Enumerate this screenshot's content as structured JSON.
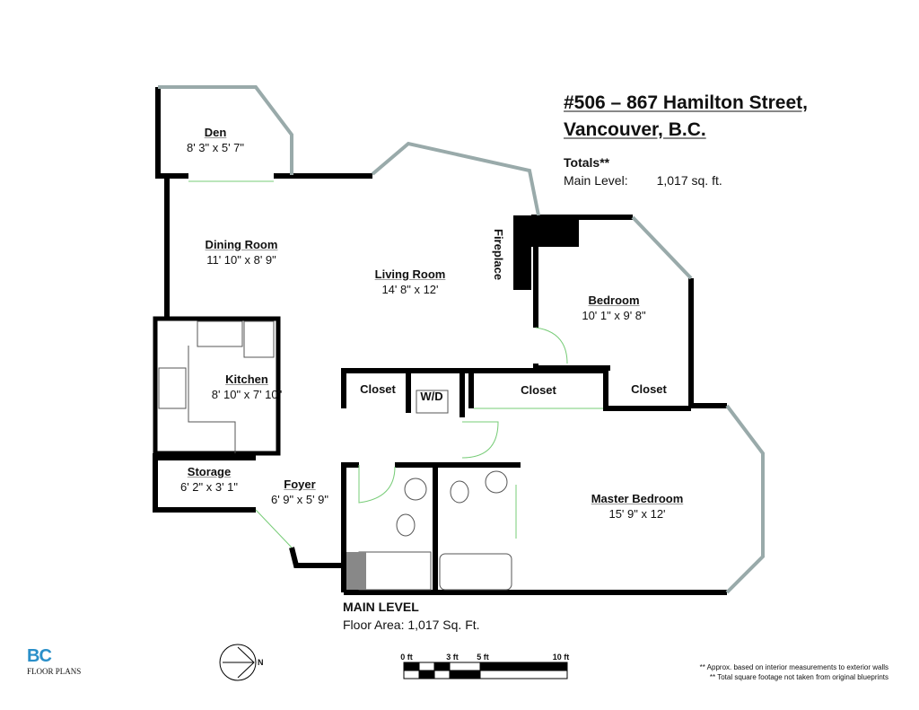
{
  "header": {
    "address_line1": "#506 – 867 Hamilton Street,",
    "address_line2": "Vancouver, B.C."
  },
  "totals": {
    "heading": "Totals**",
    "label": "Main Level:",
    "value": "1,017 sq. ft."
  },
  "rooms": [
    {
      "name": "Den",
      "size": "8' 3\" x 5' 7\""
    },
    {
      "name": "Dining Room",
      "size": "11' 10\" x 8' 9\""
    },
    {
      "name": "Living Room",
      "size": "14' 8\" x 12'"
    },
    {
      "name": "Bedroom",
      "size": "10' 1\" x 9' 8\""
    },
    {
      "name": "Kitchen",
      "size": "8' 10\" x 7' 10\""
    },
    {
      "name": "Storage",
      "size": "6' 2\" x 3' 1\""
    },
    {
      "name": "Foyer",
      "size": "6' 9\" x 5' 9\""
    },
    {
      "name": "Master Bedroom",
      "size": "15' 9\" x 12'"
    }
  ],
  "small_labels": {
    "fireplace": "Fireplace",
    "closet1": "Closet",
    "wd": "W/D",
    "closet2": "Closet",
    "closet3": "Closet"
  },
  "level": {
    "name": "MAIN LEVEL",
    "area": "Floor Area: 1,017 Sq. Ft."
  },
  "scale": {
    "ticks": [
      "0 ft",
      "3 ft",
      "5 ft",
      "10 ft"
    ]
  },
  "compass": {
    "label": "N"
  },
  "logo": {
    "text1": "BC",
    "text2": "FLOOR PLANS"
  },
  "notes": [
    "** Approx. based on interior measurements to exterior walls",
    "** Total square footage not taken from original blueprints"
  ]
}
